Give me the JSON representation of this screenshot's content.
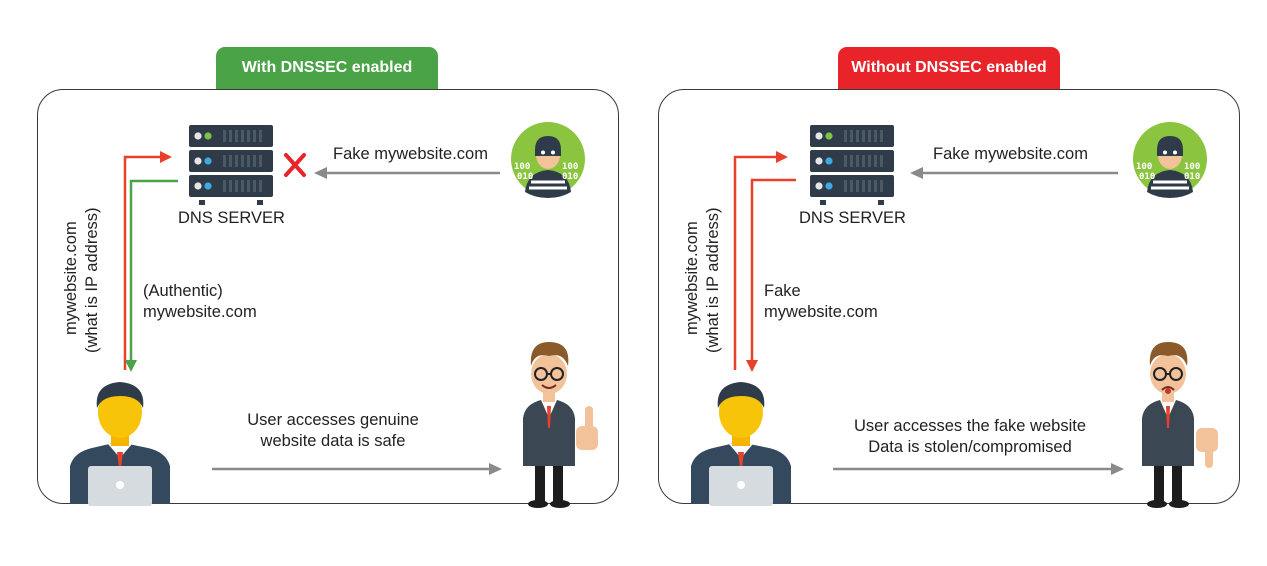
{
  "left": {
    "tag": "With DNSSEC enabled",
    "fake_label": "Fake mywebsite.com",
    "server_label": "DNS SERVER",
    "query_line1": "mywebsite.com",
    "query_line2": "(what is IP address)",
    "response_line1": "(Authentic)",
    "response_line2": "mywebsite.com",
    "result_line1": "User accesses genuine",
    "result_line2": "website data is safe",
    "tag_color": "#4ba347",
    "response_color": "#4ba347",
    "query_color": "#e8402a"
  },
  "right": {
    "tag": "Without DNSSEC enabled",
    "fake_label": "Fake mywebsite.com",
    "server_label": "DNS SERVER",
    "query_line1": "mywebsite.com",
    "query_line2": "(what is IP address)",
    "response_line1": "Fake",
    "response_line2": "mywebsite.com",
    "result_line1": "User accesses the fake website",
    "result_line2": "Data is stolen/compromised",
    "tag_color": "#e8242a",
    "response_color": "#e8402a",
    "query_color": "#e8402a"
  },
  "hacker_digits": [
    "100",
    "010",
    "100",
    "010"
  ],
  "icons": [
    "dns-server-icon",
    "hacker-icon",
    "user-icon",
    "laptop-icon",
    "happy-man-icon",
    "sad-man-icon",
    "blocked-x-icon"
  ]
}
